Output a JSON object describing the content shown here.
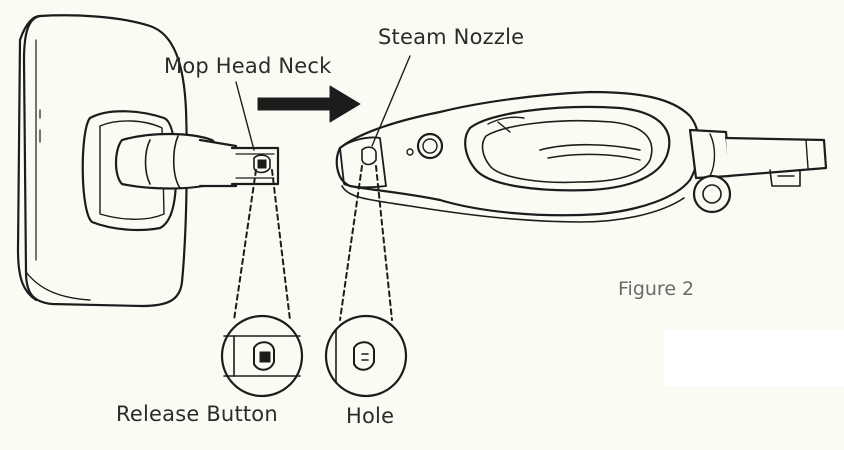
{
  "labels": {
    "mop_head_neck": "Mop Head Neck",
    "steam_nozzle": "Steam Nozzle",
    "release_button": "Release Button",
    "hole": "Hole",
    "figure": "Figure 2"
  },
  "colors": {
    "background": "#fbfbf4",
    "line": "#1c1c1c",
    "label": "#2b2b2b",
    "figure_label": "#6a6a6a"
  },
  "icons": {
    "arrow": "arrow-right-icon"
  }
}
